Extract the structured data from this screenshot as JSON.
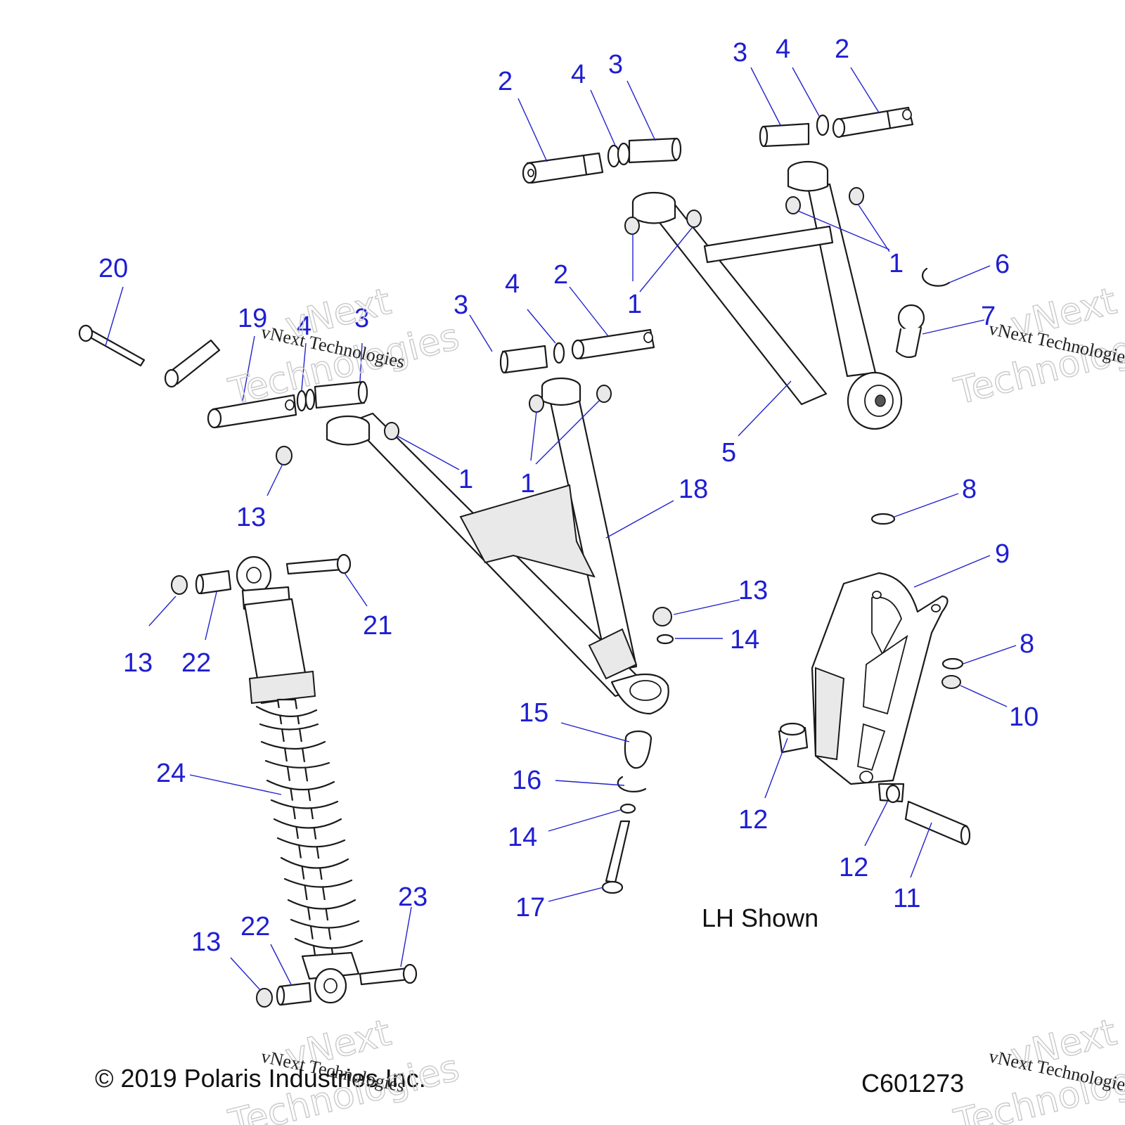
{
  "callouts": {
    "c2a": "2",
    "c4a": "4",
    "c3a": "3",
    "c3b": "3",
    "c4b": "4",
    "c2b": "2",
    "c20": "20",
    "c19": "19",
    "c4c": "4",
    "c3c": "3",
    "c3d": "3",
    "c4d": "4",
    "c2d": "2",
    "c1a": "1",
    "c1b": "1",
    "c6": "6",
    "c7": "7",
    "c5": "5",
    "c13a": "13",
    "c1c": "1",
    "c1d": "1",
    "c18": "18",
    "c8a": "8",
    "c9": "9",
    "c13b": "13",
    "c22a": "22",
    "c21": "21",
    "c13c": "13",
    "c14a": "14",
    "c8b": "8",
    "c10": "10",
    "c15": "15",
    "c24": "24",
    "c16": "16",
    "c14b": "14",
    "c12a": "12",
    "c12b": "12",
    "c11": "11",
    "c17": "17",
    "c23": "23",
    "c22b": "22",
    "c13d": "13"
  },
  "caption": "LH Shown",
  "copyright": "© 2019 Polaris Industries Inc.",
  "diagram_code": "C601273",
  "watermark": {
    "line1": "vNext",
    "line2": "Technologies",
    "line3": "vNext Technologies"
  }
}
